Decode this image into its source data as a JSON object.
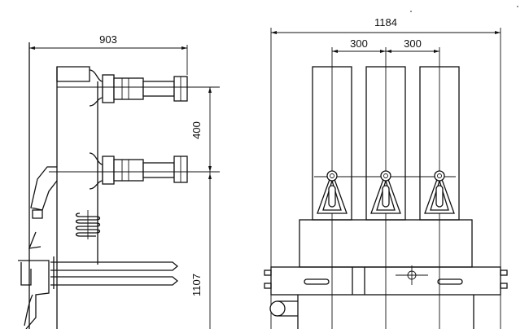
{
  "dimensions": {
    "side_width": "903",
    "bushing_spacing": "400",
    "lower_height": "1107",
    "front_width": "1184",
    "pole_spacing_left": "300",
    "pole_spacing_right": "300"
  }
}
